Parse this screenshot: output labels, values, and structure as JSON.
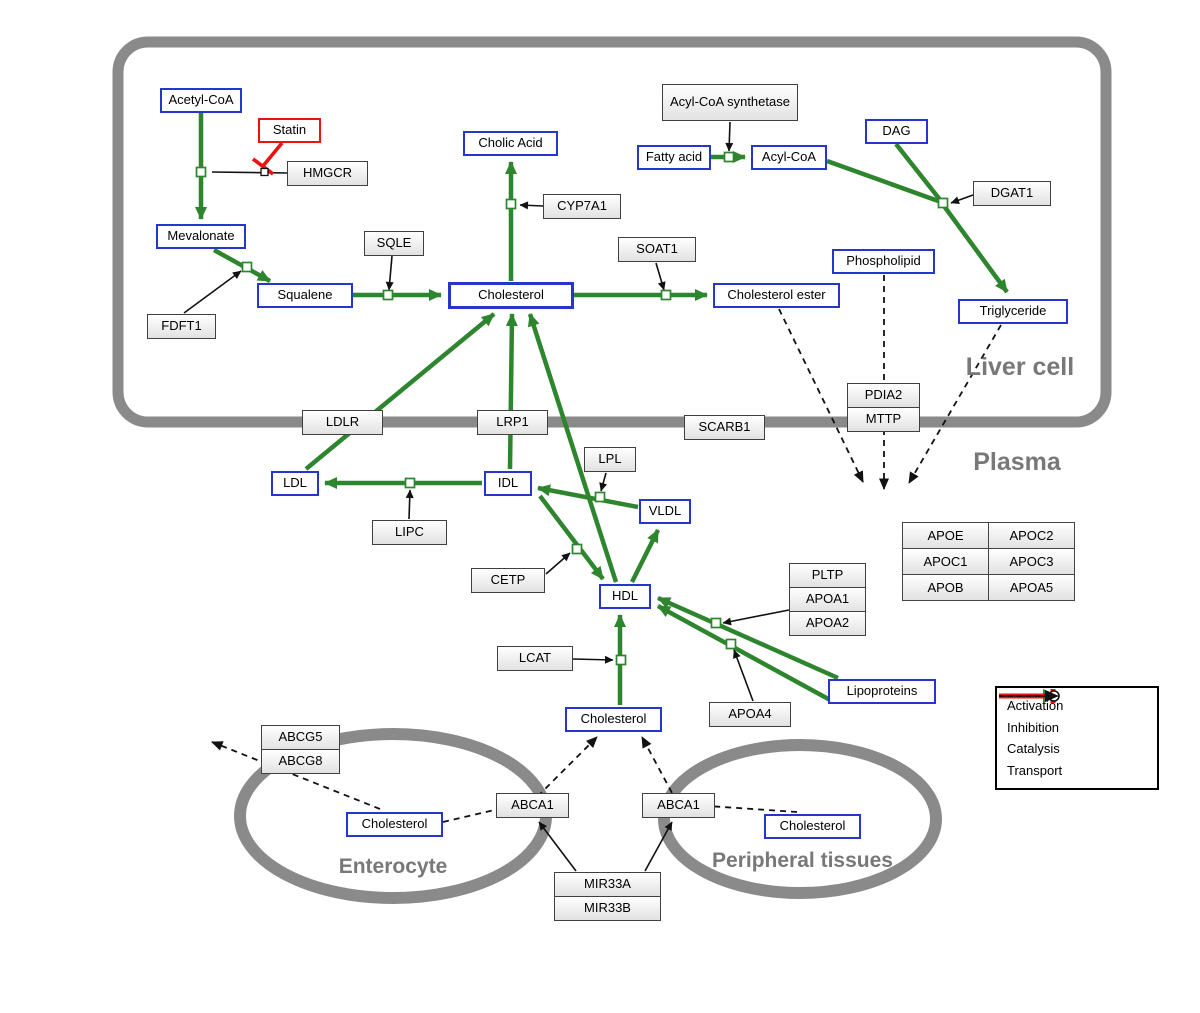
{
  "colors": {
    "metabolite_border": "#2636cc",
    "gene_border": "#404040",
    "activation_green": "#2d862d",
    "inhibition_red": "#ee1111",
    "membrane_gray": "#8a8a8a",
    "region_label_gray": "#787878"
  },
  "regions": {
    "liver": "Liver cell",
    "plasma": "Plasma",
    "enterocyte": "Enterocyte",
    "peripheral": "Peripheral tissues"
  },
  "nodes": {
    "acetyl_coa": "Acetyl-CoA",
    "statin": "Statin",
    "hmgcr": "HMGCR",
    "mevalonate": "Mevalonate",
    "fdft1": "FDFT1",
    "squalene": "Squalene",
    "sqle": "SQLE",
    "cholic_acid": "Cholic Acid",
    "cyp7a1": "CYP7A1",
    "cholesterol_liver": "Cholesterol",
    "soat1": "SOAT1",
    "cholesterol_ester": "Cholesterol ester",
    "acyl_coa_synthetase": "Acyl-CoA synthetase",
    "fatty_acid": "Fatty acid",
    "acyl_coa2": "Acyl-CoA",
    "dag": "DAG",
    "dgat1": "DGAT1",
    "phospholipid": "Phospholipid",
    "triglyceride": "Triglyceride",
    "ldlr": "LDLR",
    "lrp1": "LRP1",
    "scarb1": "SCARB1",
    "pdia2": "PDIA2",
    "mttp": "MTTP",
    "ldl": "LDL",
    "idl": "IDL",
    "lipc": "LIPC",
    "lpl": "LPL",
    "vldl": "VLDL",
    "cetp": "CETP",
    "hdl": "HDL",
    "lcat": "LCAT",
    "pltp": "PLTP",
    "apoa1": "APOA1",
    "apoa2": "APOA2",
    "apoa4": "APOA4",
    "lipoproteins": "Lipoproteins",
    "apoe": "APOE",
    "apoc2": "APOC2",
    "apoc1": "APOC1",
    "apoc3": "APOC3",
    "apob": "APOB",
    "apoa5": "APOA5",
    "cholesterol_plasma": "Cholesterol",
    "abcg5": "ABCG5",
    "abcg8": "ABCG8",
    "cholesterol_enterocyte": "Cholesterol",
    "abca1_left": "ABCA1",
    "abca1_right": "ABCA1",
    "cholesterol_peripheral": "Cholesterol",
    "mir33a": "MIR33A",
    "mir33b": "MIR33B"
  },
  "legend": {
    "activation": "Activation",
    "inhibition": "Inhibition",
    "catalysis": "Catalysis",
    "transport": "Transport"
  }
}
